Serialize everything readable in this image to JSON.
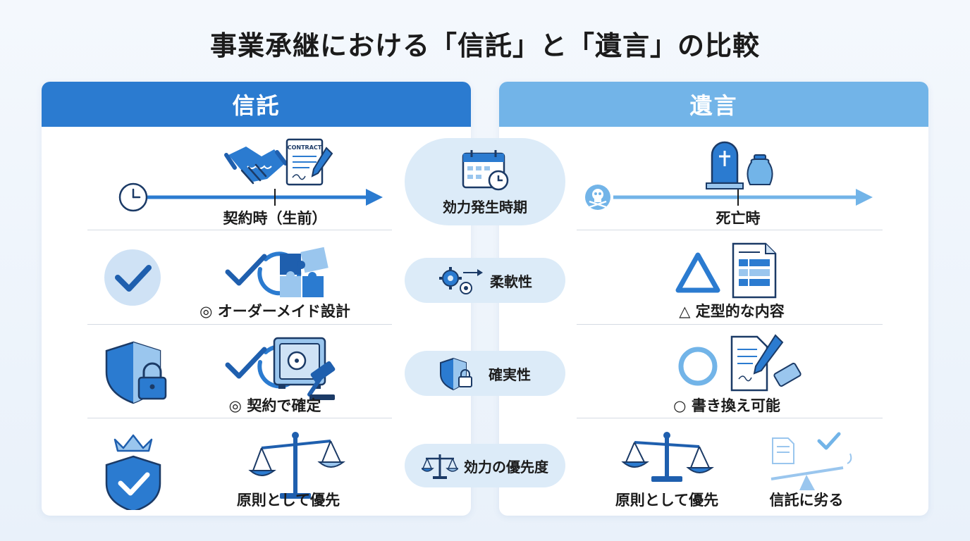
{
  "title": "事業承継における「信託」と「遺言」の比較",
  "colors": {
    "trust_blue": "#2b7bd0",
    "will_blue": "#72b4e8",
    "pill_bg": "#dcebf8",
    "icon_dark": "#1f5fae"
  },
  "left": {
    "header": "信託",
    "row1": {
      "label": "契約時（生前）",
      "doc_text": "CONTRACT",
      "icons": [
        "clock-icon",
        "handshake-icon",
        "contract-icon"
      ]
    },
    "row2": {
      "label": "◎ オーダーメイド設計",
      "icons": [
        "check-circle-icon",
        "checkmark-icon",
        "puzzle-icon"
      ]
    },
    "row3": {
      "label": "◎ 契約で確定",
      "icons": [
        "shield-lock-icon",
        "checkmark-icon",
        "safe-icon",
        "gavel-icon"
      ]
    },
    "row4": {
      "label": "原則として優先",
      "icons": [
        "crown-shield-icon",
        "scale-icon"
      ]
    }
  },
  "center": {
    "items": [
      {
        "label": "効力発生時期",
        "icon": "calendar-clock-icon"
      },
      {
        "label": "柔軟性",
        "icon": "gears-icon"
      },
      {
        "label": "確実性",
        "icon": "shield-lock-icon"
      },
      {
        "label": "効力の優先度",
        "icon": "scale-icon"
      }
    ]
  },
  "right": {
    "header": "遺言",
    "row1": {
      "label": "死亡時",
      "icons": [
        "skull-icon",
        "gravestone-icon",
        "urn-icon"
      ]
    },
    "row2": {
      "label": "△ 定型的な内容",
      "icons": [
        "triangle-icon",
        "document-icon"
      ]
    },
    "row3": {
      "label": "○ 書き換え可能",
      "icons": [
        "circle-icon",
        "document-pen-icon",
        "eraser-icon"
      ]
    },
    "row4": {
      "label_a": "原則として優先",
      "label_b": "信託に劣る",
      "icons": [
        "scale-icon",
        "seesaw-icon"
      ]
    }
  }
}
